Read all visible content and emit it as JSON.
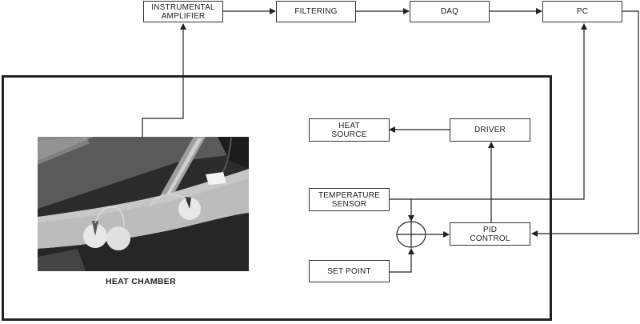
{
  "blocks": {
    "instrumental_amplifier": "INSTRUMENTAL\nAMPLIFIER",
    "filtering": "FILTERING",
    "daq": "DAQ",
    "pc": "PC",
    "heat_source": "HEAT\nSOURCE",
    "driver": "DRIVER",
    "temperature_sensor": "TEMPERATURE\nSENSOR",
    "pid_control": "PID\nCONTROL",
    "set_point": "SET POINT"
  },
  "chamber": {
    "caption": "HEAT CHAMBER",
    "photo_description": "forearm with surface electrodes and temperature sensor"
  },
  "summing_junction": {
    "symbol": "sum-junction-circle"
  },
  "colors": {
    "line": "#222222",
    "photo_dark": "#2e2e2e",
    "skin": "#bdbdbd"
  }
}
